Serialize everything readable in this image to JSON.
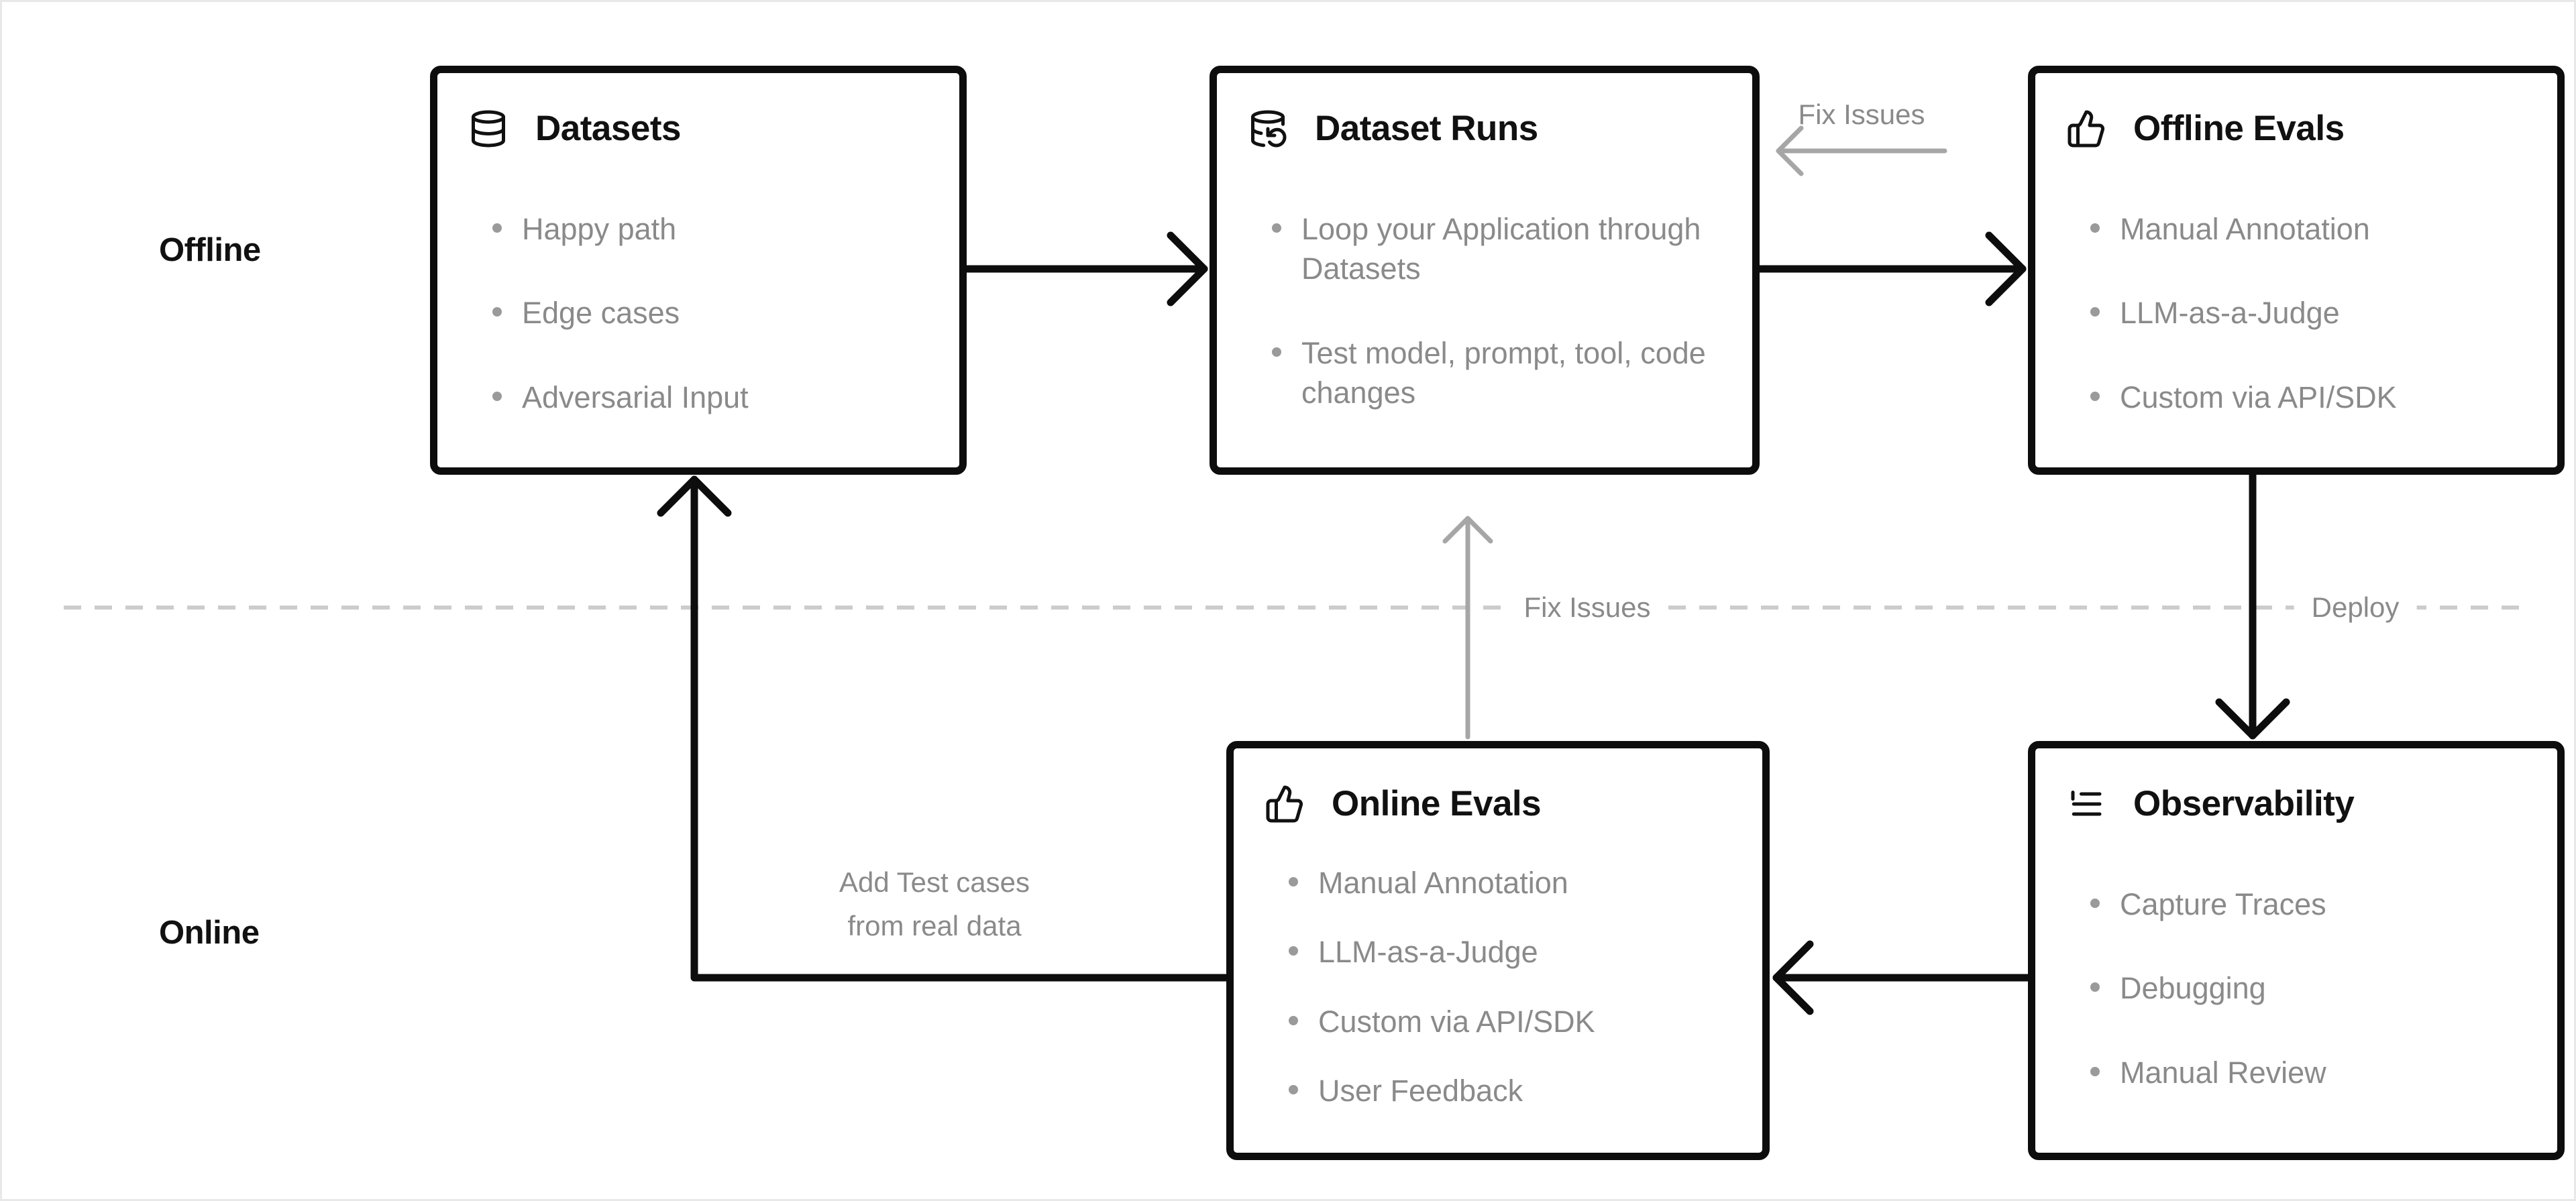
{
  "diagram": {
    "lanes": [
      {
        "label": "Offline"
      },
      {
        "label": "Online"
      }
    ],
    "boxes": [
      {
        "id": "datasets",
        "icon": "database-icon",
        "title": "Datasets",
        "items": [
          "Happy path",
          "Edge cases",
          "Adversarial Input"
        ]
      },
      {
        "id": "dataset-runs",
        "icon": "database-rerun-icon",
        "title": "Dataset Runs",
        "items": [
          "Loop your Application through Datasets",
          "Test model, prompt, tool, code changes"
        ]
      },
      {
        "id": "offline-evals",
        "icon": "thumbs-up-icon",
        "title": "Offline Evals",
        "items": [
          "Manual Annotation",
          "LLM-as-a-Judge",
          "Custom via API/SDK"
        ]
      },
      {
        "id": "online-evals",
        "icon": "thumbs-up-icon",
        "title": "Online Evals",
        "items": [
          "Manual Annotation",
          "LLM-as-a-Judge",
          "Custom via API/SDK",
          "User Feedback"
        ]
      },
      {
        "id": "observability",
        "icon": "logs-icon",
        "title": "Observability",
        "items": [
          "Capture Traces",
          "Debugging",
          "Manual Review"
        ]
      }
    ],
    "edge_labels": {
      "fix_issues_top": "Fix Issues",
      "fix_issues_middle": "Fix Issues",
      "deploy": "Deploy",
      "add_test_cases_line1": "Add Test cases",
      "add_test_cases_line2": "from real data"
    },
    "colors": {
      "background": "#ffffff",
      "outer_border": "#e8e8e8",
      "box_border": "#0d0d0d",
      "title_text": "#111111",
      "bullet_text": "#8a8a8a",
      "black_arrow": "#0d0d0d",
      "gray_arrow": "#a6a6a6",
      "dashed_divider": "#cccccc"
    }
  }
}
